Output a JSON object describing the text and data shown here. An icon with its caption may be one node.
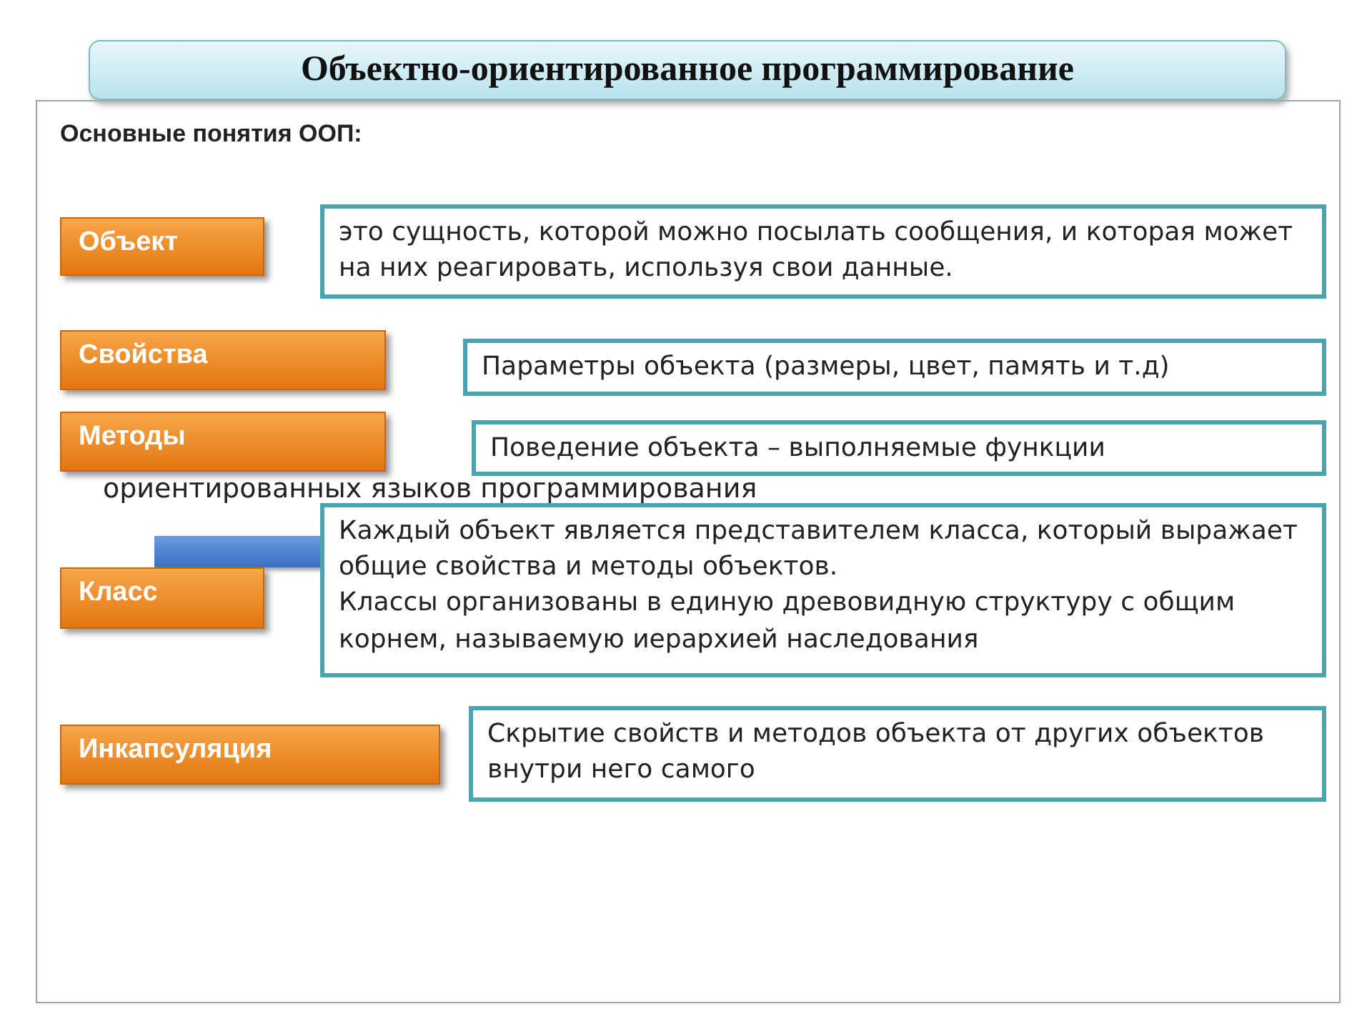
{
  "diagram": {
    "title": "Объектно-ориентированное программирование",
    "nodes": [
      {
        "text": [
          "Объект"
        ]
      },
      {
        "text": [
          "это сущность, которой можно посылать сообщения, и которая может на них реагировать, используя свои данные."
        ]
      },
      {
        "text": [
          "Свойства"
        ]
      },
      {
        "text": [
          "Параметры объекта (размеры, цвет, память и т.д)"
        ]
      },
      {
        "text": [
          "Методы"
        ]
      },
      {
        "text": [
          "Поведение объекта – выполняемые функции"
        ]
      },
      {
        "text": [],
        "shape": "box"
      },
      {
        "text": [
          "Класс"
        ]
      },
      {
        "text": [
          "Каждый объект является представителем класса, который выражает общие свойства  и методы объектов.",
          "Классы организованы в единую древовидную структуру с общим корнем, называемую иерархией наследования"
        ]
      },
      {
        "text": [
          "Инкапсуляция"
        ]
      },
      {
        "text": [
          "Скрытие свойств и методов объекта от других объектов  внутри него самого"
        ]
      }
    ],
    "labels": [
      "Основные понятия ООП:",
      "ориентированных языков программирования"
    ]
  }
}
